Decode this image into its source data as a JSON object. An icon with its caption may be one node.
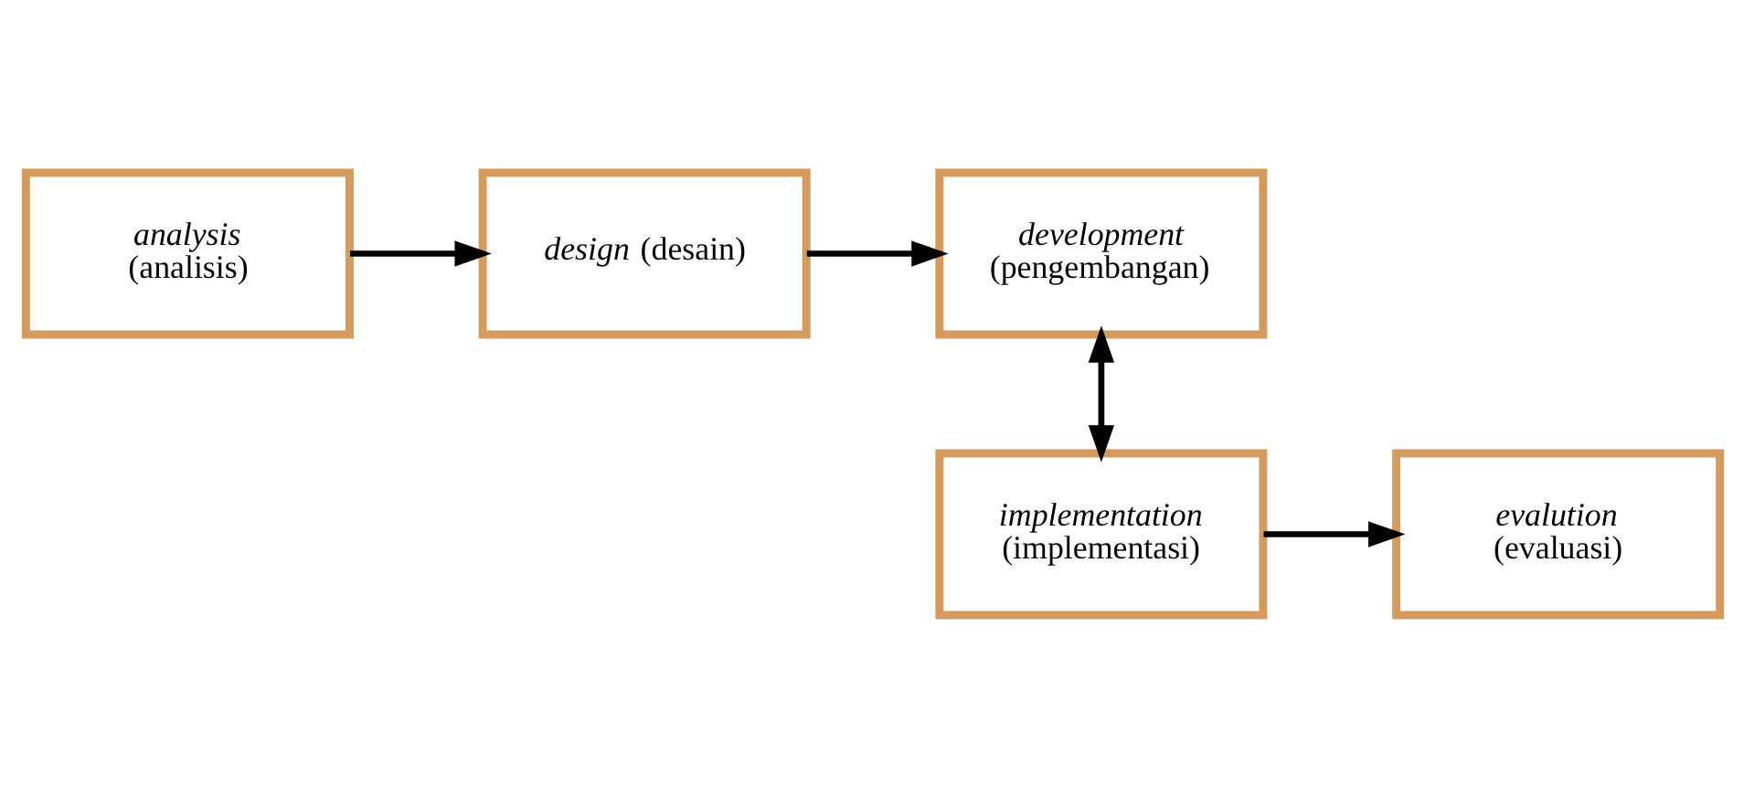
{
  "diagram": {
    "nodes": [
      {
        "text": [
          "*analysis*",
          "(analisis)"
        ]
      },
      {
        "text": [
          "*design* (desain)"
        ]
      },
      {
        "text": [
          "*development*",
          "(pengembangan)"
        ]
      },
      {
        "text": [
          "*implementation*",
          "(implementasi)"
        ]
      },
      {
        "text": [
          "*evalution*",
          "(evaluasi)"
        ]
      }
    ],
    "edges": [
      {
        "from": 0,
        "to": 1,
        "arrow": "to"
      },
      {
        "from": 1,
        "to": 2,
        "arrow": "to"
      },
      {
        "from": 2,
        "to": 3,
        "arrow": "both"
      },
      {
        "from": 3,
        "to": 4,
        "arrow": "to"
      }
    ]
  }
}
